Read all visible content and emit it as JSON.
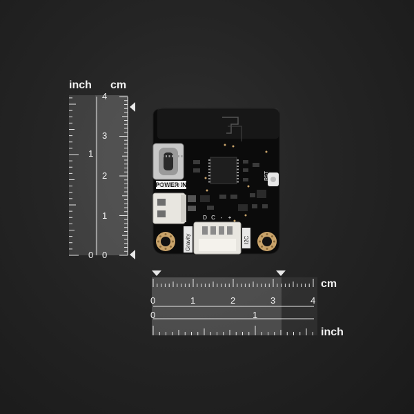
{
  "rulers": {
    "vertical": {
      "label_inch": "inch",
      "label_cm": "cm",
      "cm_numbers": [
        "4",
        "3",
        "2",
        "1",
        "0"
      ],
      "inch_numbers": [
        "1",
        "0"
      ]
    },
    "horizontal": {
      "label_cm": "cm",
      "label_inch": "inch",
      "cm_numbers": [
        "0",
        "1",
        "2",
        "3",
        "4"
      ],
      "inch_numbers": [
        "0",
        "1"
      ]
    }
  },
  "board": {
    "power_label": "POWER IN",
    "rst_label": "RST",
    "gravity_label": "Gravity",
    "i2c_label": "I2C",
    "pin_d": "D",
    "pin_c": "C",
    "pin_minus": "-",
    "pin_plus": "+"
  },
  "colors": {
    "background": "#242424",
    "pcb": "#0b0b0b",
    "connector": "#e8e6e0",
    "gold": "#c9a36a",
    "ruler_fill": "#bdbdbd"
  }
}
